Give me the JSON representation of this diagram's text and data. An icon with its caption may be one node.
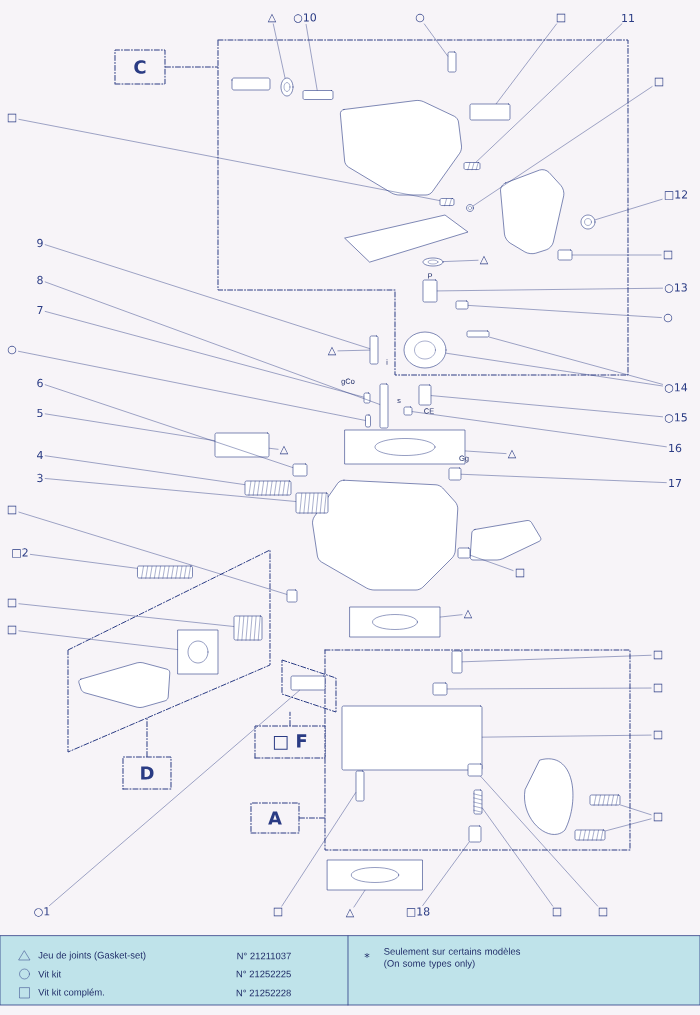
{
  "diagram": {
    "nodes": [
      {
        "text": [
          "C"
        ]
      },
      {
        "text": [],
        "shape": "box"
      },
      {
        "text": [
          "△"
        ]
      },
      {
        "text": [
          "○10"
        ]
      },
      {
        "text": [
          "○"
        ]
      },
      {
        "text": [
          "□"
        ]
      },
      {
        "text": [
          "11"
        ]
      },
      {
        "text": [
          "□"
        ]
      },
      {
        "text": [
          "□"
        ]
      },
      {
        "text": [
          "□12"
        ]
      },
      {
        "text": [
          "□"
        ]
      },
      {
        "text": [
          "△"
        ],
        "in": 1
      },
      {
        "text": [
          "○13"
        ]
      },
      {
        "text": [
          "○"
        ]
      },
      {
        "text": [
          "9"
        ]
      },
      {
        "text": [
          "8"
        ]
      },
      {
        "text": [
          "7"
        ]
      },
      {
        "text": [
          "△"
        ]
      },
      {
        "text": [
          "○"
        ]
      },
      {
        "text": [
          "○14"
        ]
      },
      {
        "text": [
          "6"
        ]
      },
      {
        "text": [
          "○15"
        ]
      },
      {
        "text": [
          "5"
        ]
      },
      {
        "text": [
          "△"
        ]
      },
      {
        "text": [
          "16"
        ]
      },
      {
        "text": [
          "△"
        ]
      },
      {
        "text": [
          "4"
        ]
      },
      {
        "text": [
          "17"
        ]
      },
      {
        "text": [
          "3"
        ]
      },
      {
        "text": [
          "□"
        ]
      },
      {
        "text": [
          "□2"
        ]
      },
      {
        "text": [
          "□"
        ]
      },
      {
        "text": [
          "□"
        ]
      },
      {
        "text": [
          "△"
        ]
      },
      {
        "text": [
          "□"
        ]
      },
      {
        "text": [],
        "shape": "box"
      },
      {
        "text": [],
        "shape": "box"
      },
      {
        "text": [
          "□"
        ]
      },
      {
        "text": [],
        "shape": "box"
      },
      {
        "text": [
          "□"
        ]
      },
      {
        "text": [
          "□"
        ]
      },
      {
        "text": [
          "□ F"
        ]
      },
      {
        "text": [
          "D"
        ]
      },
      {
        "text": [
          "□"
        ]
      },
      {
        "text": [
          "A"
        ]
      },
      {
        "text": [
          "○1"
        ]
      },
      {
        "text": [
          "□"
        ]
      },
      {
        "text": [
          "△"
        ]
      },
      {
        "text": [
          "□18"
        ]
      },
      {
        "text": [
          "□"
        ]
      },
      {
        "text": [
          "□"
        ]
      },
      {
        "text": [],
        "shape": "picture",
        "in": 1
      },
      {
        "text": [],
        "shape": "box",
        "in": 1
      },
      {
        "text": [],
        "shape": "box",
        "in": 1
      },
      {
        "text": [],
        "shape": "box",
        "in": 1
      },
      {
        "text": [],
        "shape": "picture",
        "in": 1
      },
      {
        "text": [],
        "shape": "picture",
        "in": 1
      },
      {
        "text": [],
        "shape": "picture",
        "in": 1
      },
      {
        "text": [],
        "shape": "picture",
        "in": 1
      },
      {
        "text": [],
        "shape": "box",
        "in": 1
      },
      {
        "text": [],
        "shape": "picture",
        "in": 1
      },
      {
        "text": [],
        "shape": "box",
        "in": 1
      },
      {
        "text": [],
        "shape": "box",
        "in": 1
      },
      {
        "text": [],
        "shape": "box",
        "in": 1
      },
      {
        "text": [],
        "shape": "picture",
        "in": 1
      },
      {
        "text": [],
        "shape": "box"
      },
      {
        "text": [],
        "shape": "box"
      },
      {
        "text": [],
        "shape": "box"
      },
      {
        "text": [],
        "shape": "box"
      },
      {
        "text": [],
        "shape": "box"
      },
      {
        "text": [],
        "shape": "box"
      },
      {
        "text": [],
        "shape": "picture"
      },
      {
        "text": [],
        "shape": "box"
      },
      {
        "text": [],
        "shape": "box"
      },
      {
        "text": [],
        "shape": "picture"
      },
      {
        "text": [],
        "shape": "picture"
      },
      {
        "text": [],
        "shape": "box"
      },
      {
        "text": [],
        "shape": "box"
      },
      {
        "text": [],
        "shape": "picture"
      },
      {
        "text": [],
        "shape": "box"
      },
      {
        "text": [],
        "shape": "picture",
        "in": 35
      },
      {
        "text": [],
        "shape": "picture",
        "in": 35
      },
      {
        "text": [],
        "shape": "picture"
      },
      {
        "text": [],
        "shape": "box",
        "in": 36
      },
      {
        "text": [],
        "shape": "box",
        "in": 36
      },
      {
        "text": [],
        "shape": "box",
        "in": 36
      },
      {
        "text": [],
        "shape": "box",
        "in": 38
      },
      {
        "text": [],
        "shape": "picture",
        "in": 36
      },
      {
        "text": [],
        "shape": "picture",
        "in": 36
      },
      {
        "text": [],
        "shape": "box",
        "in": 36
      },
      {
        "text": [],
        "shape": "box",
        "in": 36
      },
      {
        "text": [],
        "shape": "picture",
        "in": 36
      },
      {
        "text": [],
        "shape": "box",
        "in": 36
      },
      {
        "text": [],
        "shape": "picture"
      }
    ],
    "edges": [
      {
        "from": 0,
        "to": 1,
        "arrow": "none",
        "style": "dashed"
      },
      {
        "from": 2,
        "to": 51,
        "arrow": "none"
      },
      {
        "from": 3,
        "to": 52,
        "arrow": "none"
      },
      {
        "from": 4,
        "to": 53,
        "arrow": "none"
      },
      {
        "from": 5,
        "to": 54,
        "arrow": "none"
      },
      {
        "from": 6,
        "to": 55,
        "arrow": "none"
      },
      {
        "from": 7,
        "to": 56,
        "arrow": "none"
      },
      {
        "from": 8,
        "to": 57,
        "arrow": "none"
      },
      {
        "from": 9,
        "to": 58,
        "arrow": "none"
      },
      {
        "from": 10,
        "to": 59,
        "arrow": "none"
      },
      {
        "from": 11,
        "to": 60,
        "arrow": "none"
      },
      {
        "from": 12,
        "to": 61,
        "arrow": "none"
      },
      {
        "from": 13,
        "to": 62,
        "arrow": "none"
      },
      {
        "from": 14,
        "to": 65,
        "arrow": "none"
      },
      {
        "from": 15,
        "to": 66,
        "arrow": "none"
      },
      {
        "from": 16,
        "to": 67,
        "arrow": "none"
      },
      {
        "from": 17,
        "to": 65,
        "arrow": "none"
      },
      {
        "from": 18,
        "to": 68,
        "arrow": "none"
      },
      {
        "from": 19,
        "to": 64,
        "arrow": "none"
      },
      {
        "from": 19,
        "to": 63,
        "arrow": "none"
      },
      {
        "from": 20,
        "to": 72,
        "arrow": "none"
      },
      {
        "from": 21,
        "to": 69,
        "arrow": "none"
      },
      {
        "from": 22,
        "to": 73,
        "arrow": "none"
      },
      {
        "from": 23,
        "to": 73,
        "arrow": "none"
      },
      {
        "from": 24,
        "to": 70,
        "arrow": "none"
      },
      {
        "from": 25,
        "to": 71,
        "arrow": "none"
      },
      {
        "from": 26,
        "to": 74,
        "arrow": "none"
      },
      {
        "from": 27,
        "to": 76,
        "arrow": "none"
      },
      {
        "from": 28,
        "to": 75,
        "arrow": "none"
      },
      {
        "from": 29,
        "to": 77,
        "arrow": "none"
      },
      {
        "from": 30,
        "to": 78,
        "arrow": "none"
      },
      {
        "from": 31,
        "to": 79,
        "arrow": "none"
      },
      {
        "from": 32,
        "to": 80,
        "arrow": "none"
      },
      {
        "from": 33,
        "to": 82,
        "arrow": "none"
      },
      {
        "from": 34,
        "to": 81,
        "arrow": "none"
      },
      {
        "from": 42,
        "to": 35,
        "arrow": "none",
        "style": "dashed"
      },
      {
        "from": 44,
        "to": 36,
        "arrow": "none",
        "style": "dashed"
      },
      {
        "from": 41,
        "to": 38,
        "arrow": "none",
        "style": "dashed"
      },
      {
        "from": 37,
        "to": 83,
        "arrow": "none"
      },
      {
        "from": 39,
        "to": 84,
        "arrow": "none"
      },
      {
        "from": 40,
        "to": 85,
        "arrow": "none"
      },
      {
        "from": 43,
        "to": 87,
        "arrow": "none"
      },
      {
        "from": 43,
        "to": 88,
        "arrow": "none"
      },
      {
        "from": 45,
        "to": 86,
        "arrow": "none"
      },
      {
        "from": 46,
        "to": 89,
        "arrow": "none"
      },
      {
        "from": 47,
        "to": 93,
        "arrow": "none"
      },
      {
        "from": 48,
        "to": 92,
        "arrow": "none"
      },
      {
        "from": 49,
        "to": 91,
        "arrow": "none"
      },
      {
        "from": 50,
        "to": 90,
        "arrow": "none"
      }
    ],
    "labels": [
      "P",
      "i",
      "gCo",
      "s",
      "CE",
      "Gg",
      "N° 21211037",
      "N° 21252225",
      "N° 21252228",
      "*",
      "Seulement sur certains modèles (On some types only)"
    ],
    "legend": [
      {
        "text": "Jeu de joints (Gasket-set)"
      },
      {
        "text": "Vit kit"
      },
      {
        "text": "Vit kit complém."
      }
    ]
  }
}
